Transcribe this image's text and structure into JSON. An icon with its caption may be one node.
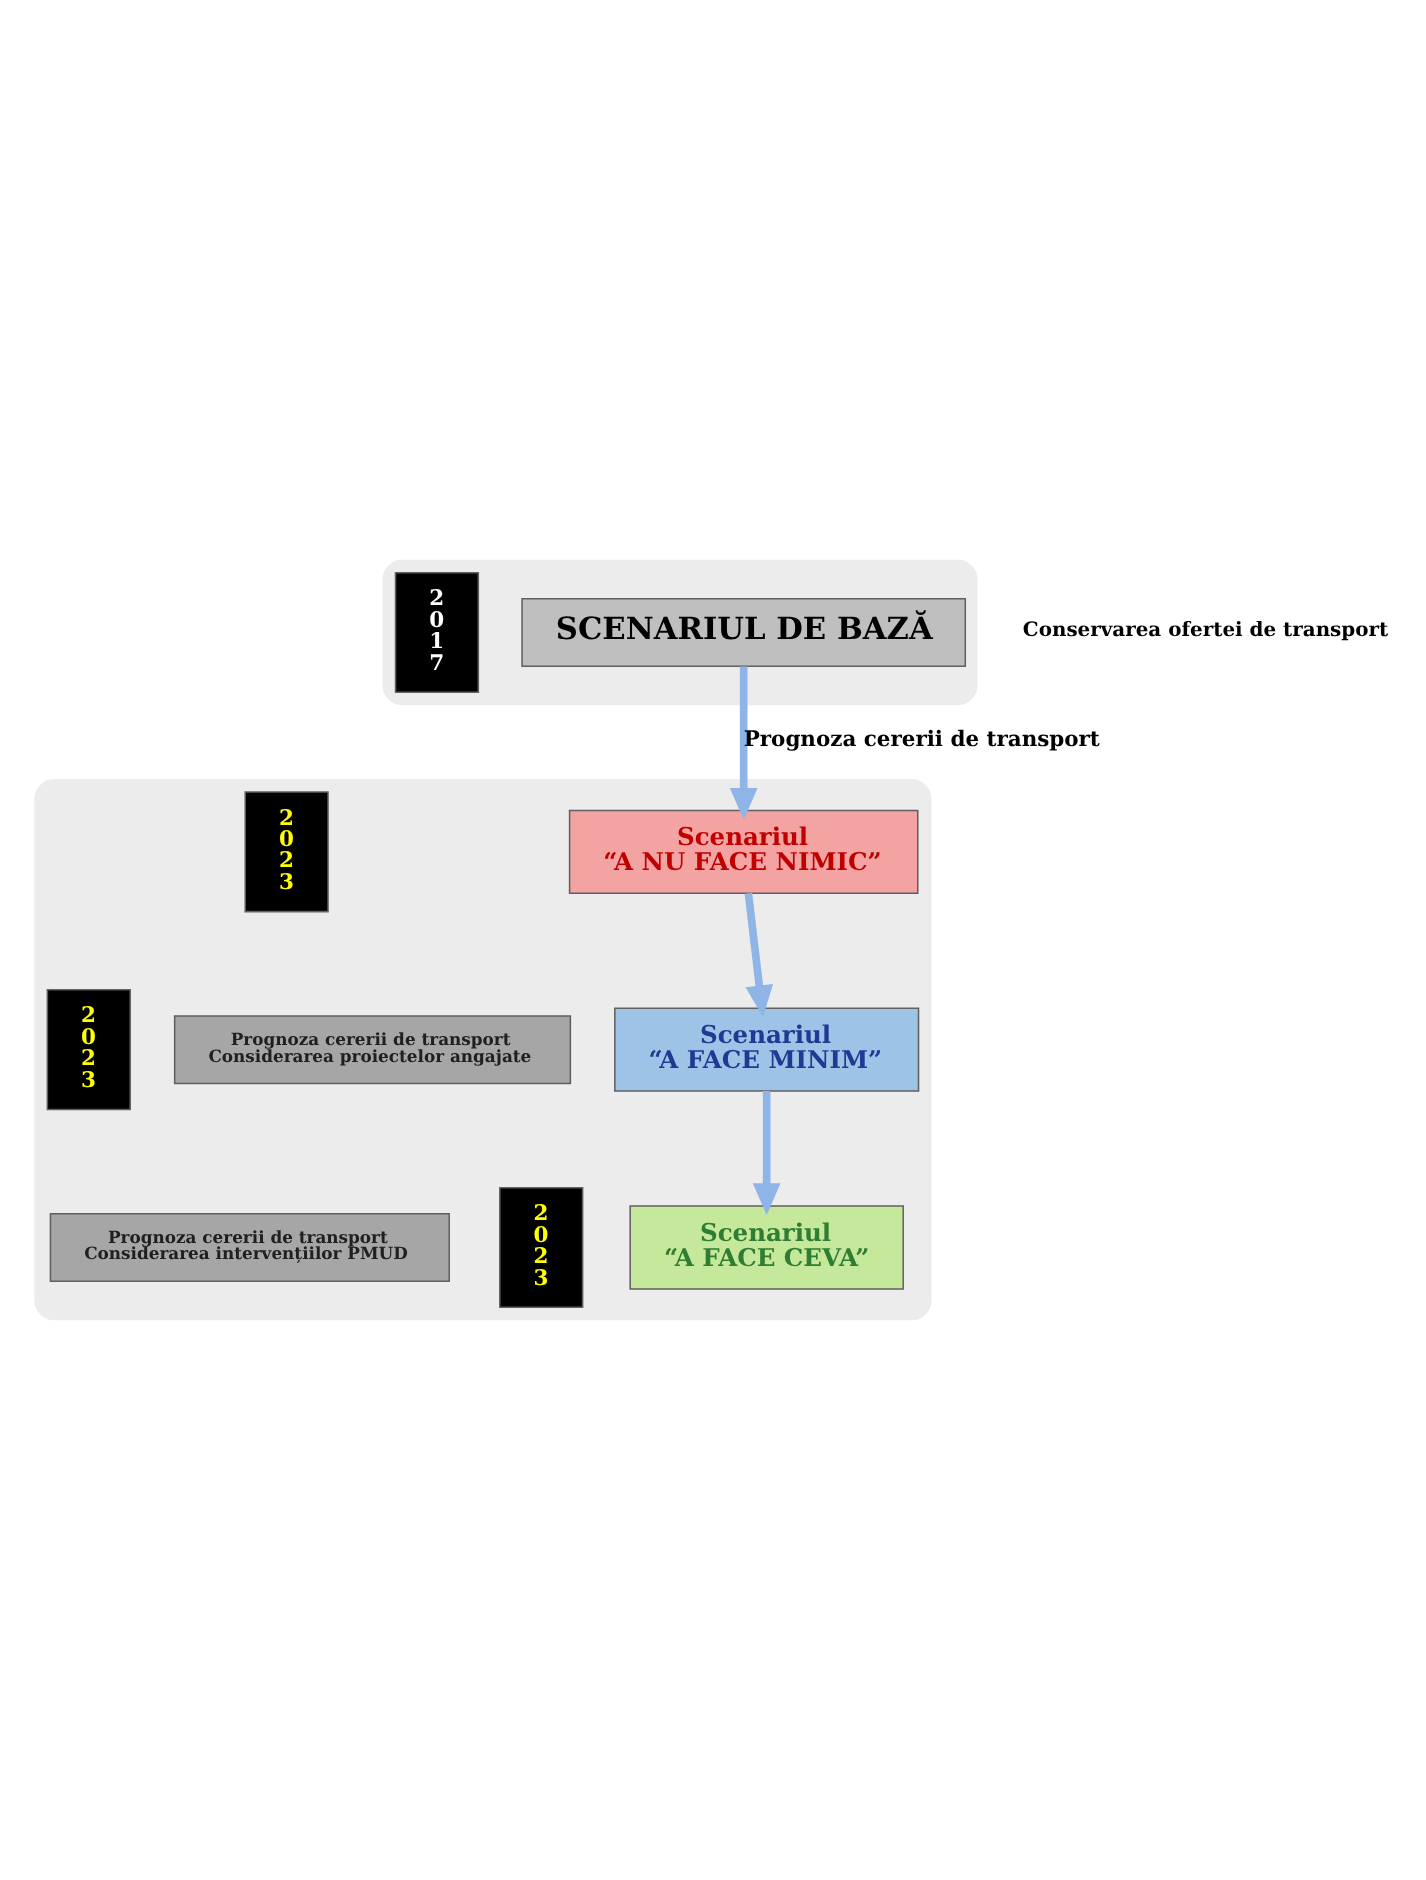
{
  "diagram": {
    "nodes": [
      {
        "text": [],
        "shape": "box"
      },
      {
        "text": [
          "SCENARIUL DE BAZĂ"
        ],
        "in": 0
      },
      {
        "text": [
          "2 0 1 7"
        ],
        "in": 0
      },
      {
        "text": [],
        "shape": "box"
      },
      {
        "text": [
          "Prognoza cererii de transport",
          "Considerarea proiectelor angajate"
        ],
        "in": 3
      },
      {
        "text": [
          "Scenariul",
          "“A NU FACE NIMIC”"
        ],
        "in": 3
      },
      {
        "text": [
          "2 0 2 3"
        ],
        "in": 3
      },
      {
        "text": [
          "Scenariul",
          "“A FACE MINIM”"
        ],
        "in": 3
      },
      {
        "text": [
          "2 0 2 3"
        ],
        "in": 3
      },
      {
        "text": [
          "Prognoza cererii de transport",
          "Considerarea intervențiilor PMUD"
        ],
        "in": 3
      },
      {
        "text": [
          "Scenariul",
          "“A FACE CEVA”"
        ],
        "in": 3
      },
      {
        "text": [
          "2 0 2 3"
        ],
        "in": 3
      }
    ],
    "edges": [
      {
        "from": 1,
        "to": 5,
        "arrow": "to",
        "label": "Prognoza cererii de transport"
      },
      {
        "from": 5,
        "to": 7,
        "arrow": "to"
      },
      {
        "from": 7,
        "to": 10,
        "arrow": "to"
      }
    ],
    "labels": [
      "Conservarea ofertei de transport"
    ]
  }
}
